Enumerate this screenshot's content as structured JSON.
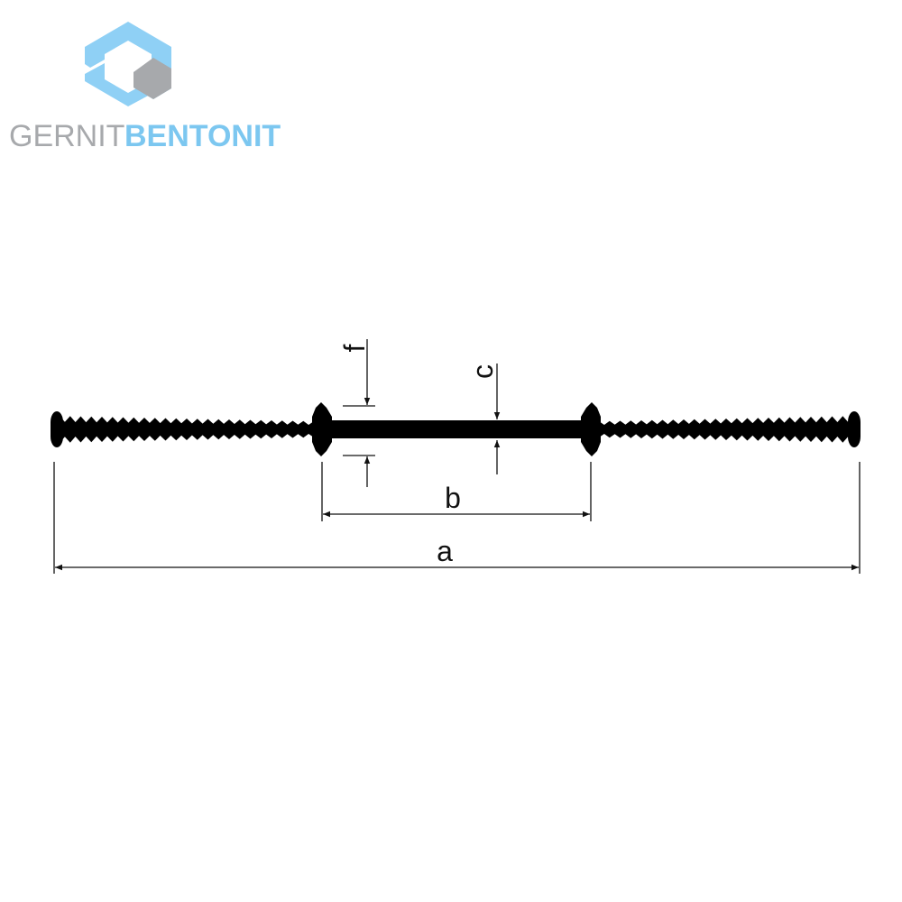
{
  "brand": {
    "word1": "GERNIT",
    "word2": "BENTONIT",
    "colors": {
      "grey": "#a7a9ac",
      "blue": "#7cc7f0",
      "logo_blue": "#8fd0f5",
      "logo_grey": "#a7a9ac"
    },
    "logo_icon": "hexagon-s-logo-icon"
  },
  "diagram": {
    "labels": {
      "a": "a",
      "b": "b",
      "c": "c",
      "f": "f"
    },
    "colors": {
      "profile": "#000000",
      "dimension": "#111111"
    }
  }
}
